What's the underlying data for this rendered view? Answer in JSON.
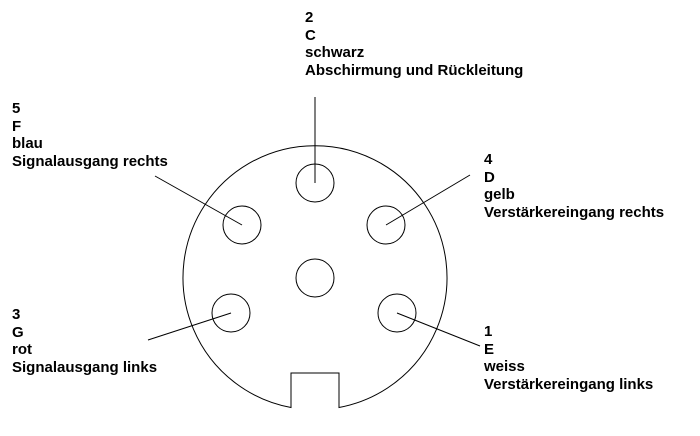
{
  "pins": [
    {
      "id": "top",
      "number": "2",
      "letter": "C",
      "color": "schwarz",
      "function": "Abschirmung und Rückleitung"
    },
    {
      "id": "upper-left",
      "number": "5",
      "letter": "F",
      "color": "blau",
      "function": "Signalausgang rechts"
    },
    {
      "id": "upper-right",
      "number": "4",
      "letter": "D",
      "color": "gelb",
      "function": "Verstärkereingang rechts"
    },
    {
      "id": "lower-left",
      "number": "3",
      "letter": "G",
      "color": "rot",
      "function": "Signalausgang links"
    },
    {
      "id": "lower-right",
      "number": "1",
      "letter": "E",
      "color": "weiss",
      "function": "Verstärkereingang links"
    }
  ]
}
